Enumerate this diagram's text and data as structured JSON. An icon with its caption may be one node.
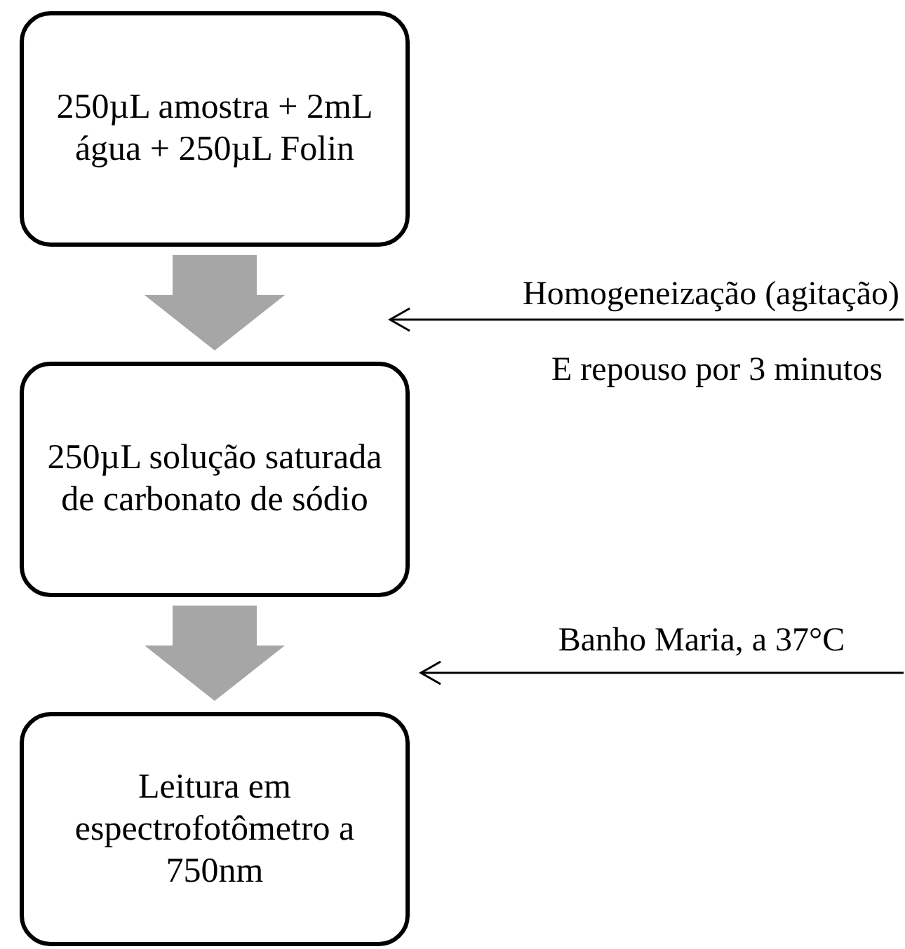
{
  "diagram": {
    "nodes": [
      {
        "text": [
          "250µL amostra + 2mL água + 250µL Folin"
        ]
      },
      {
        "text": [
          "250µL solução saturada de carbonato de sódio"
        ]
      },
      {
        "text": [
          "Leitura em espectrofotômetro a 750nm"
        ]
      },
      {
        "text": [
          "Homogeneização (agitação)",
          "E repouso por 3 minutos"
        ]
      },
      {
        "text": [
          "Banho Maria, a 37°C"
        ]
      }
    ],
    "edges": [
      {
        "from": 0,
        "to": 1,
        "arrow": "to",
        "style": "thick",
        "color": "#a6a6a6"
      },
      {
        "from": 1,
        "to": 2,
        "arrow": "to",
        "style": "thick",
        "color": "#a6a6a6"
      },
      {
        "from": 3,
        "to": null,
        "arrow": "to"
      },
      {
        "from": 4,
        "to": null,
        "arrow": "to"
      }
    ]
  }
}
